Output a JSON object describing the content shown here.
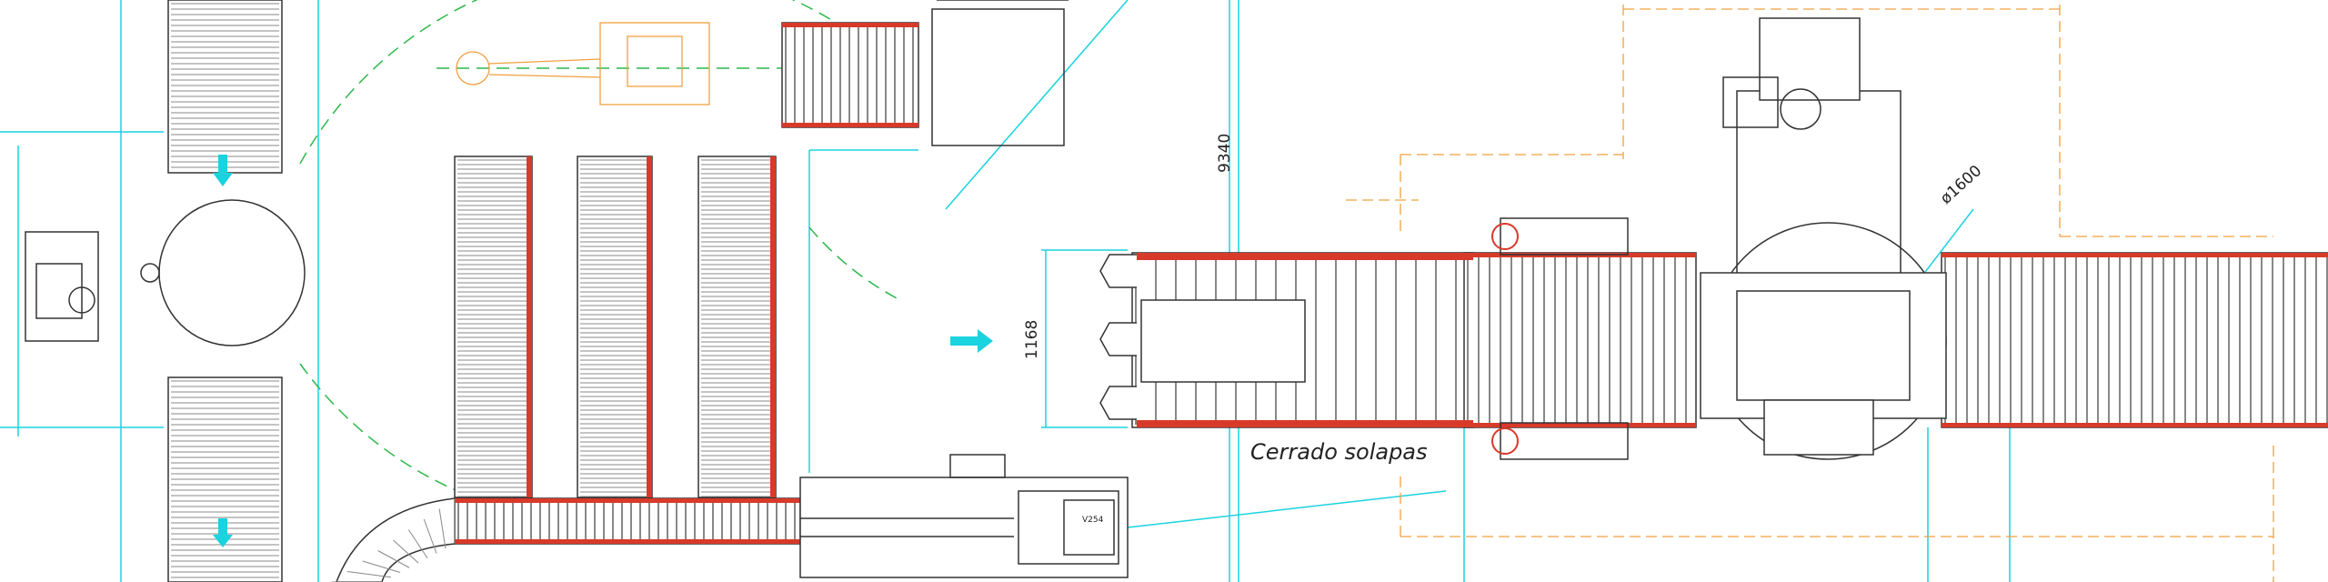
{
  "drawing": {
    "dimension_vertical": "9340",
    "dimension_conveyor_width": "1168",
    "annotation_flaps": "Cerrado solapas",
    "turntable_diameter": "ø1600",
    "machine_label": "V254"
  },
  "colors": {
    "cyan": "#19d3df",
    "orange": "#f0a040",
    "red": "#d83a2a",
    "green": "#2db84a",
    "line": "#333333",
    "roller": "#888888"
  }
}
